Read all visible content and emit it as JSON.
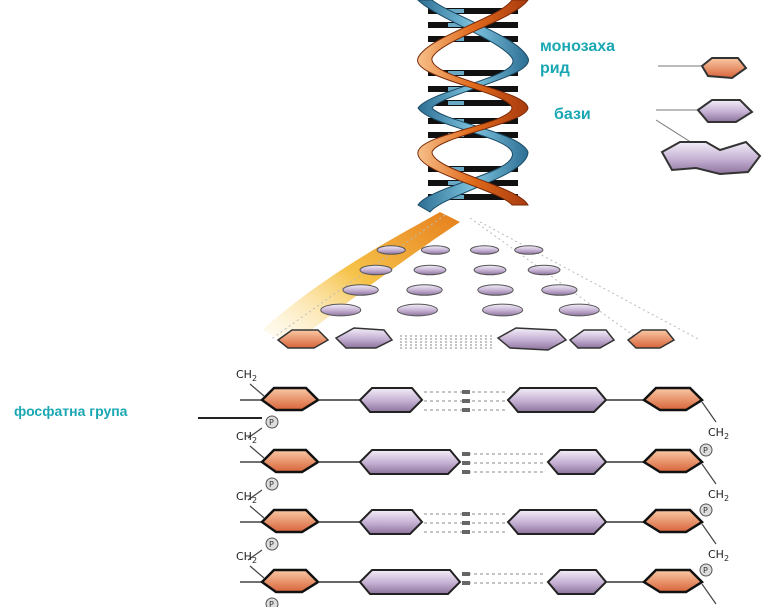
{
  "labels": {
    "sugar_line1": "монозаха",
    "sugar_line2": "рид",
    "bases": "бази",
    "phosphate": "фосфатна група"
  },
  "formula": {
    "ch2": "CH",
    "ch2_sub": "2",
    "phosphorus": "P"
  },
  "colors": {
    "label_text": "#19a7b3",
    "sugar": "#e8855a",
    "base": "#c9b7d4",
    "strand_orange": "#d9661c",
    "strand_blue": "#3f8fb3"
  }
}
